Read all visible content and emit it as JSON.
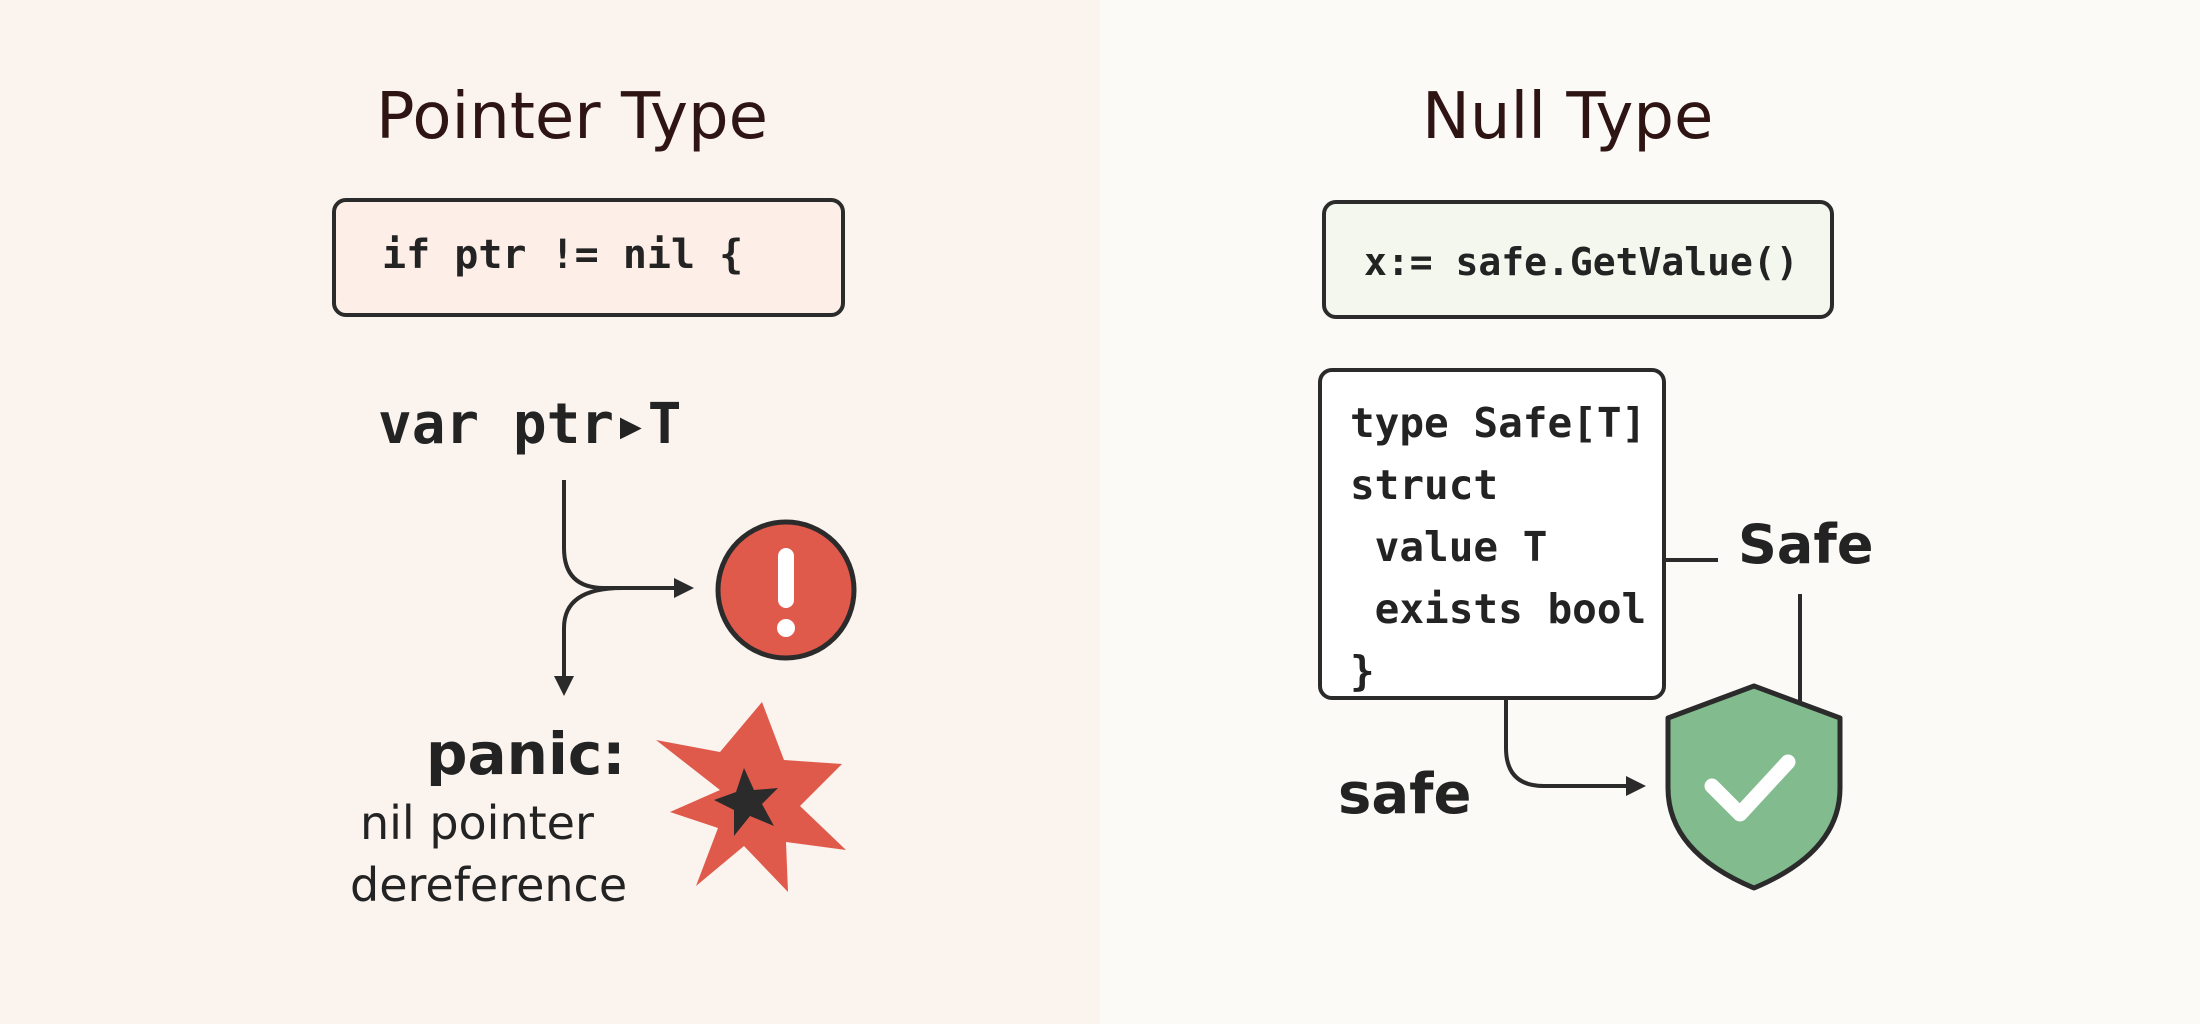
{
  "left": {
    "title": "Pointer Type",
    "check_code": "if ptr != nil {",
    "declaration": "var ptr▸T",
    "panic_label": "panic:",
    "panic_message_line1": "nil pointer",
    "panic_message_line2": "dereference",
    "warning_icon": "exclamation-icon",
    "crash_icon": "explosion-icon",
    "colors": {
      "background": "#faf3ee",
      "code_fill": "#fdeee8",
      "warning_red": "#e05a4c",
      "outline": "#2b2b2b"
    }
  },
  "right": {
    "title": "Null Type",
    "call_code": "x:= safe.GetValue()",
    "struct_lines": [
      "type Safe[T]",
      "struct",
      " value T",
      " exists bool",
      "}"
    ],
    "safe_label": "Safe",
    "safe_value_label": "safe",
    "shield_icon": "shield-check-icon",
    "colors": {
      "background": "#fbfaf6",
      "code_fill": "#f3f7ee",
      "shield_green": "#82bb8e",
      "outline": "#2b2b2b"
    }
  }
}
